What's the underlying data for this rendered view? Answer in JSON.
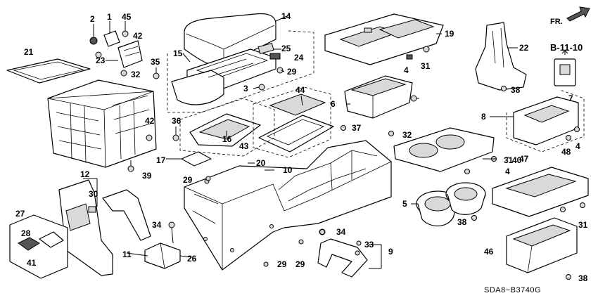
{
  "title": "",
  "orientation": {
    "label": "FR."
  },
  "reference": {
    "label": "B-11-10"
  },
  "diagram_code": "SDA8−B3740G",
  "callouts": [
    "14",
    "45",
    "42",
    "2",
    "1",
    "23",
    "32",
    "21",
    "15",
    "25",
    "24",
    "29",
    "3",
    "35",
    "19",
    "4",
    "31",
    "22",
    "38",
    "6",
    "44",
    "36",
    "42",
    "37",
    "32",
    "8",
    "7",
    "16",
    "43",
    "17",
    "20",
    "10",
    "39",
    "31",
    "40",
    "48",
    "4",
    "47",
    "12",
    "30",
    "29",
    "4",
    "5",
    "31",
    "27",
    "28",
    "41",
    "34",
    "11",
    "26",
    "34",
    "33",
    "9",
    "29",
    "29",
    "38",
    "46",
    "38"
  ]
}
